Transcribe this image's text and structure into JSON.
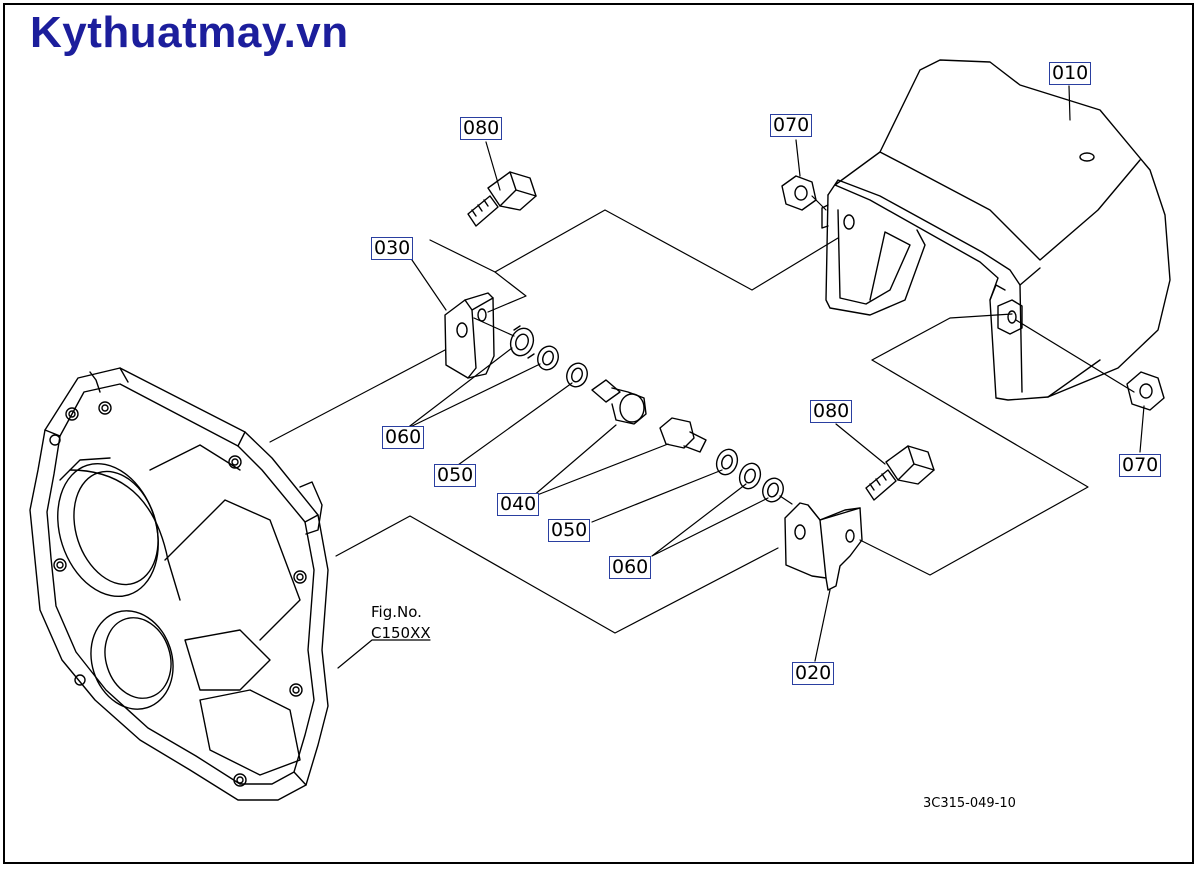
{
  "watermark": {
    "text": "Kythuatmay.vn",
    "color": "#1c1e9c"
  },
  "callouts": {
    "c010": "010",
    "c020": "020",
    "c030": "030",
    "c040": "040",
    "c050a": "050",
    "c050b": "050",
    "c060a": "060",
    "c060b": "060",
    "c070a": "070",
    "c070b": "070",
    "c080a": "080",
    "c080b": "080"
  },
  "figure_ref": {
    "label": "Fig.No.",
    "number": "C150XX"
  },
  "drawing_code": "3C315-049-10",
  "colors": {
    "line": "#000000",
    "callout_border": "#2a3fa0",
    "background": "#ffffff"
  }
}
